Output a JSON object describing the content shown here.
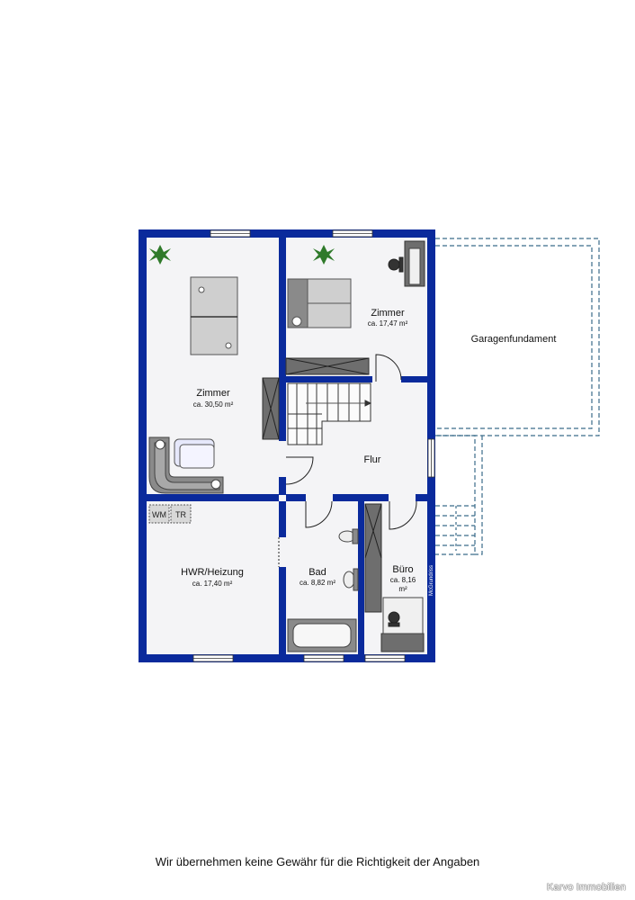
{
  "rooms": {
    "zimmer_large": {
      "name": "Zimmer",
      "area": "ca. 30,50 m²"
    },
    "zimmer_small": {
      "name": "Zimmer",
      "area": "ca. 17,47 m²"
    },
    "garage": {
      "name": "Garagenfundament"
    },
    "flur": {
      "name": "Flur"
    },
    "hwr": {
      "name": "HWR/Heizung",
      "area": "ca. 17,40 m²"
    },
    "bad": {
      "name": "Bad",
      "area": "ca. 8,82 m²"
    },
    "buero": {
      "name": "Büro",
      "area_line1": "ca. 8,16",
      "area_line2": "m²"
    }
  },
  "appliances": {
    "washer": "WM",
    "dryer": "TR"
  },
  "side_label": "McGrundriss",
  "disclaimer": "Wir übernehmen keine Gewähr für die Richtigkeit der Angaben",
  "brand": "Karvo Immobilien",
  "colors": {
    "wall": "#0a2a9c",
    "floor": "#f4f4f6",
    "furniture": "#8a8a8a",
    "dashed": "#3b6c8a"
  }
}
